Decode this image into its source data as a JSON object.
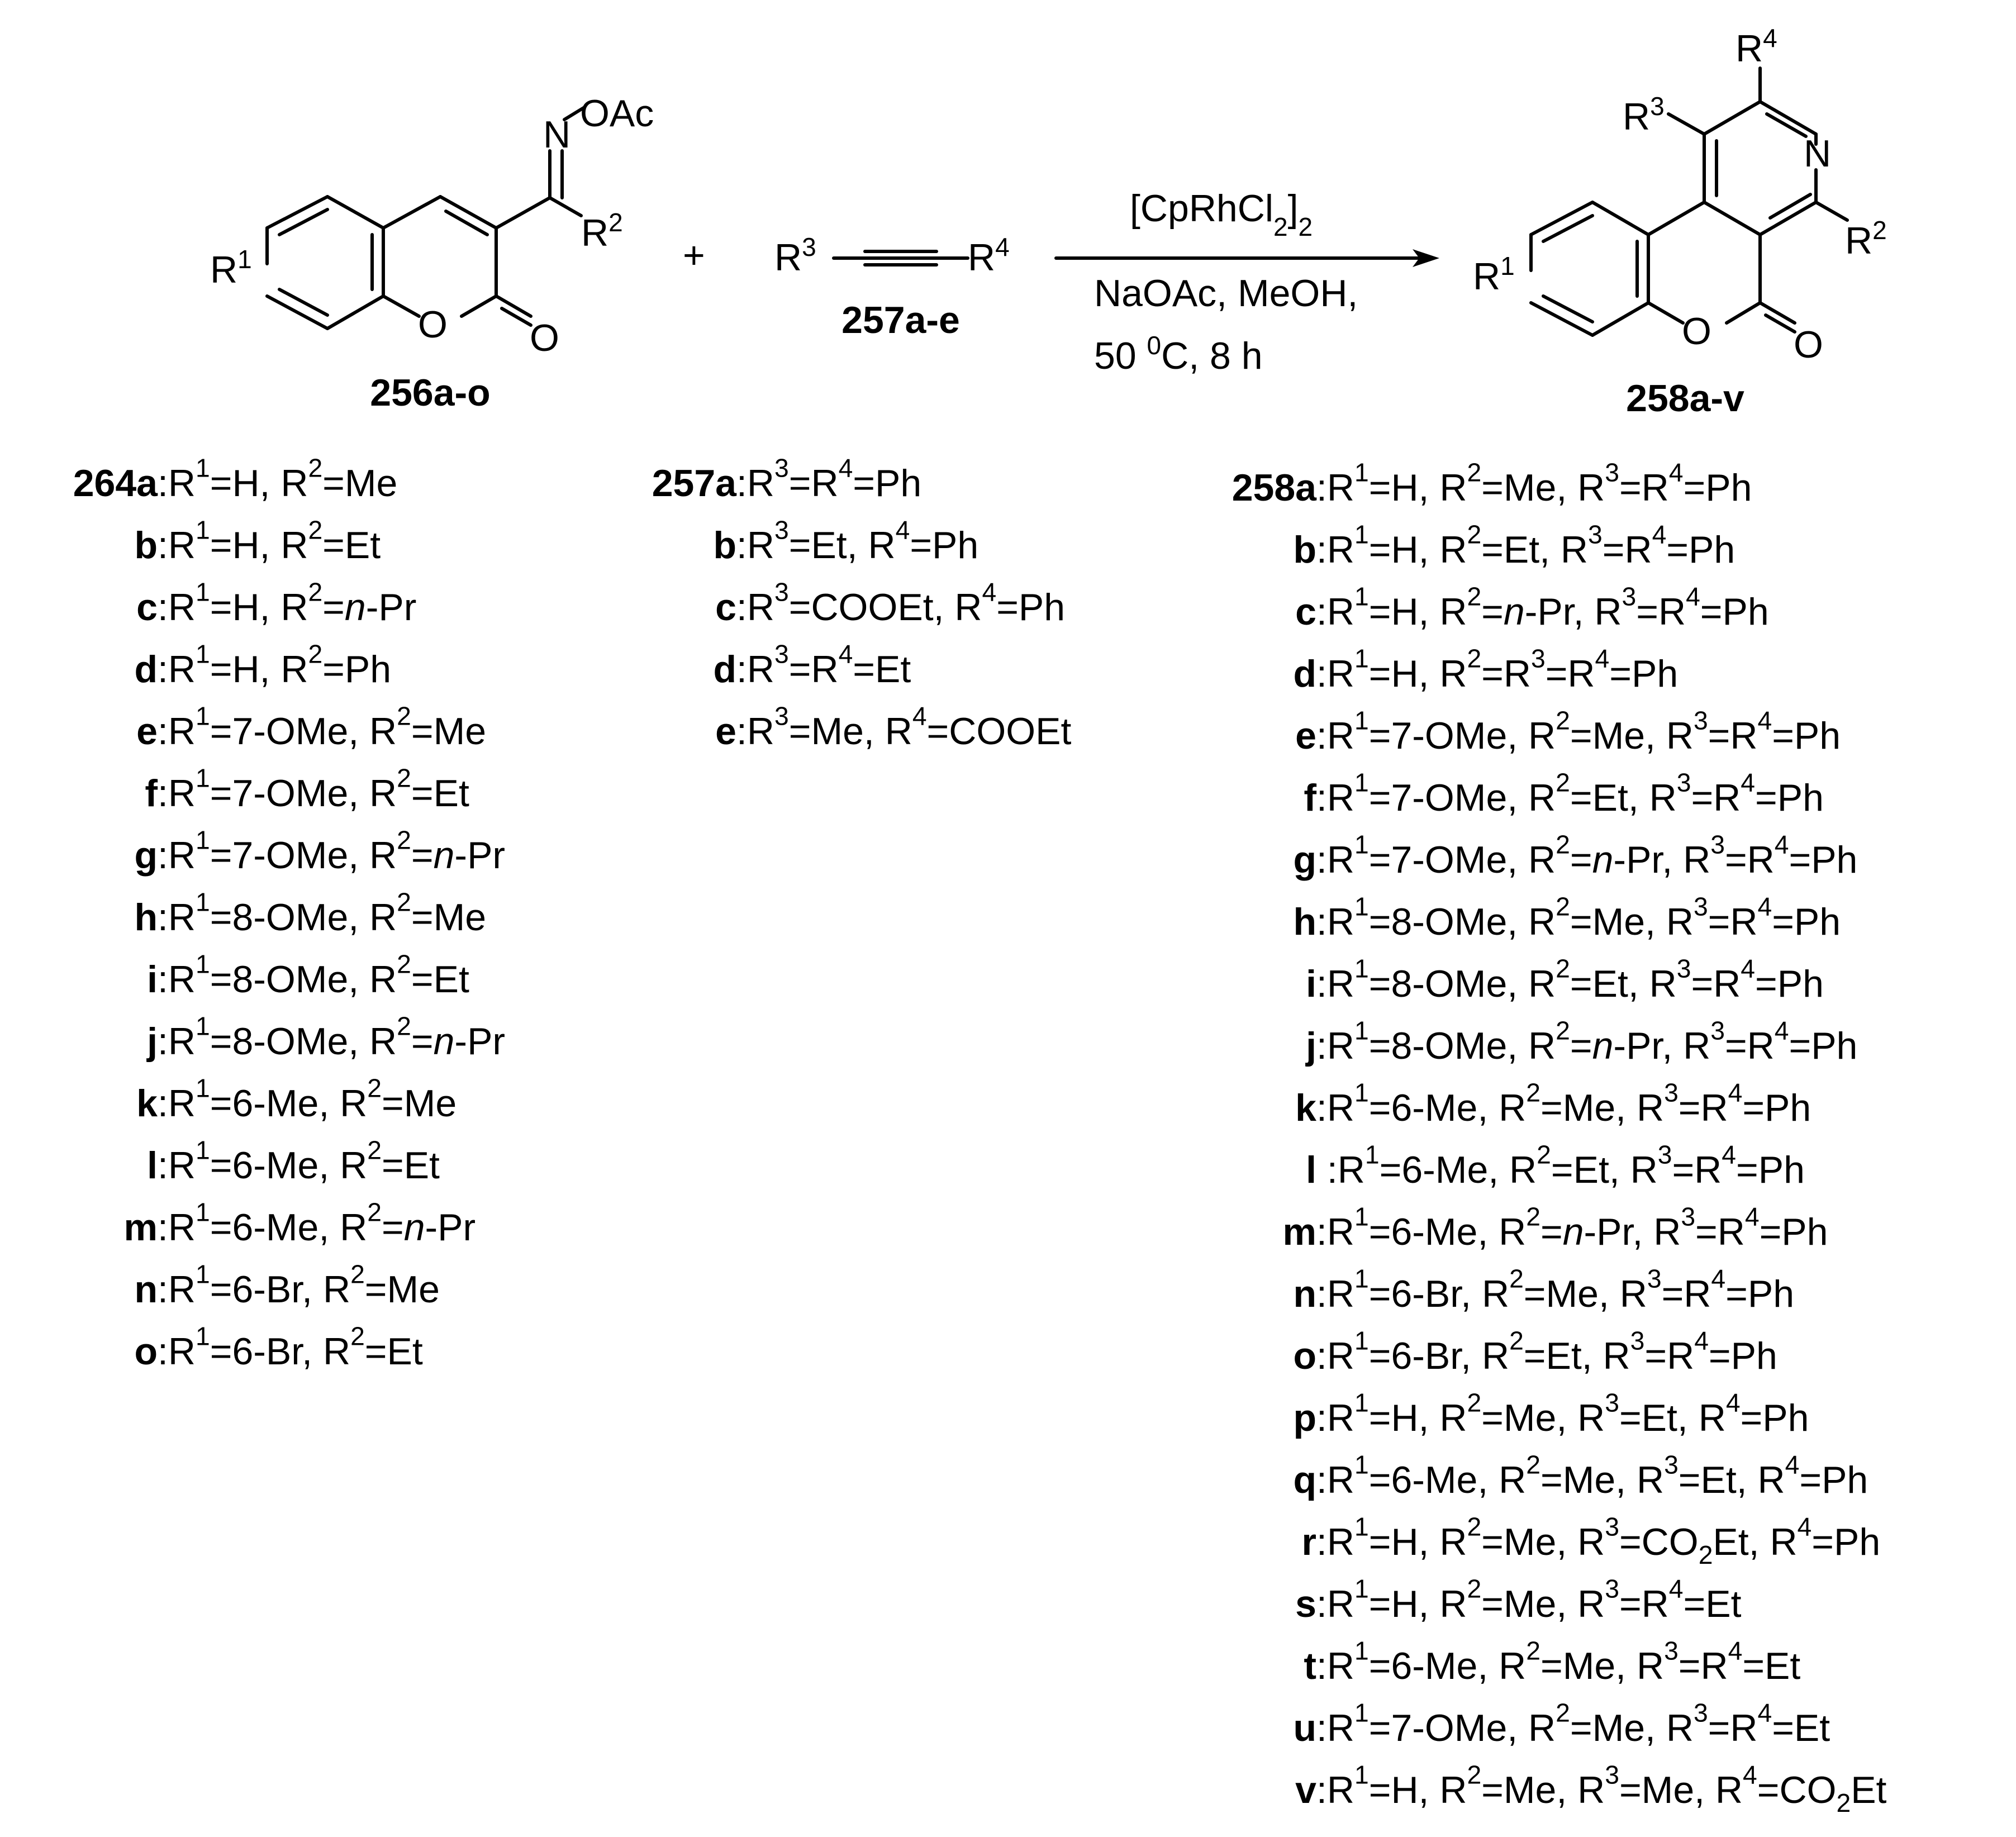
{
  "reactants": {
    "coumarin": {
      "label": "256a-o",
      "oxime_group": "OAc",
      "substituent_r1": "R1",
      "substituent_r2": "R2",
      "ring_o": "O",
      "carbonyl_o": "O",
      "imine_n": "N"
    },
    "plus": "+",
    "alkyne": {
      "label": "257a-e",
      "left": "R3",
      "right": "R4"
    }
  },
  "conditions": {
    "catalyst": "[CpRhCl2]2",
    "additive_solvent": "NaOAc, MeOH,",
    "temp_time": "50 0C, 8 h"
  },
  "product": {
    "label": "258a-v",
    "substituent_r1": "R1",
    "substituent_r2": "R2",
    "substituent_r3": "R3",
    "substituent_r4": "R4",
    "ring_n": "N",
    "ring_o": "O",
    "carbonyl_o": "O"
  },
  "compounds_256": [
    {
      "code": "264a",
      "desc": "R1=H, R2=Me"
    },
    {
      "code": "b",
      "desc": "R1=H, R2=Et"
    },
    {
      "code": "c",
      "desc": "R1=H, R2=n-Pr"
    },
    {
      "code": "d",
      "desc": "R1=H, R2=Ph"
    },
    {
      "code": "e",
      "desc": "R1=7-OMe, R2=Me"
    },
    {
      "code": "f",
      "desc": "R1=7-OMe, R2=Et"
    },
    {
      "code": "g",
      "desc": "R1=7-OMe, R2=n-Pr"
    },
    {
      "code": "h",
      "desc": "R1=8-OMe, R2=Me"
    },
    {
      "code": "i",
      "desc": "R1=8-OMe, R2=Et"
    },
    {
      "code": "j",
      "desc": "R1=8-OMe, R2=n-Pr"
    },
    {
      "code": "k",
      "desc": "R1=6-Me, R2=Me"
    },
    {
      "code": "l",
      "desc": "R1=6-Me, R2=Et"
    },
    {
      "code": "m",
      "desc": "R1=6-Me, R2=n-Pr"
    },
    {
      "code": "n",
      "desc": "R1=6-Br, R2=Me"
    },
    {
      "code": "o",
      "desc": "R1=6-Br, R2=Et"
    }
  ],
  "compounds_257": [
    {
      "code": "257a",
      "desc": "R3=R4=Ph"
    },
    {
      "code": "b",
      "desc": "R3=Et, R4=Ph"
    },
    {
      "code": "c",
      "desc": "R3=COOEt, R4=Ph"
    },
    {
      "code": "d",
      "desc": "R3=R4=Et"
    },
    {
      "code": "e",
      "desc": "R3=Me, R4=COOEt"
    }
  ],
  "compounds_258": [
    {
      "code": "258a",
      "desc": "R1=H, R2=Me, R3=R4=Ph"
    },
    {
      "code": "b",
      "desc": "R1=H, R2=Et, R3=R4=Ph"
    },
    {
      "code": "c",
      "desc": "R1=H, R2=n-Pr, R3=R4=Ph"
    },
    {
      "code": "d",
      "desc": "R1=H, R2=R3=R4=Ph"
    },
    {
      "code": "e",
      "desc": "R1=7-OMe, R2=Me, R3=R4=Ph"
    },
    {
      "code": "f",
      "desc": "R1=7-OMe, R2=Et, R3=R4=Ph"
    },
    {
      "code": "g",
      "desc": "R1=7-OMe, R2=n-Pr, R3=R4=Ph"
    },
    {
      "code": "h",
      "desc": "R1=8-OMe, R2=Me, R3=R4=Ph"
    },
    {
      "code": "i",
      "desc": "R1=8-OMe, R2=Et, R3=R4=Ph"
    },
    {
      "code": "j",
      "desc": "R1=8-OMe, R2=n-Pr, R3=R4=Ph"
    },
    {
      "code": "k",
      "desc": "R1=6-Me, R2=Me, R3=R4=Ph"
    },
    {
      "code": "l",
      "desc": "R1=6-Me, R2=Et, R3=R4=Ph"
    },
    {
      "code": "m",
      "desc": "R1=6-Me, R2=n-Pr, R3=R4=Ph"
    },
    {
      "code": "n",
      "desc": "R1=6-Br, R2=Me, R3=R4=Ph"
    },
    {
      "code": "o",
      "desc": "R1=6-Br, R2=Et, R3=R4=Ph"
    },
    {
      "code": "p",
      "desc": "R1=H, R2=Me, R3=Et, R4=Ph"
    },
    {
      "code": "q",
      "desc": "R1=6-Me, R2=Me, R3=Et, R4=Ph"
    },
    {
      "code": "r",
      "desc": "R1=H, R2=Me, R3=CO2Et, R4=Ph"
    },
    {
      "code": "s",
      "desc": "R1=H, R2=Me, R3=R4=Et"
    },
    {
      "code": "t",
      "desc": "R1=6-Me, R2=Me, R3=R4=Et"
    },
    {
      "code": "u",
      "desc": "R1=7-OMe, R2=Me, R3=R4=Et"
    },
    {
      "code": "v",
      "desc": "R1=H, R2=Me, R3=Me, R4=CO2Et"
    }
  ]
}
